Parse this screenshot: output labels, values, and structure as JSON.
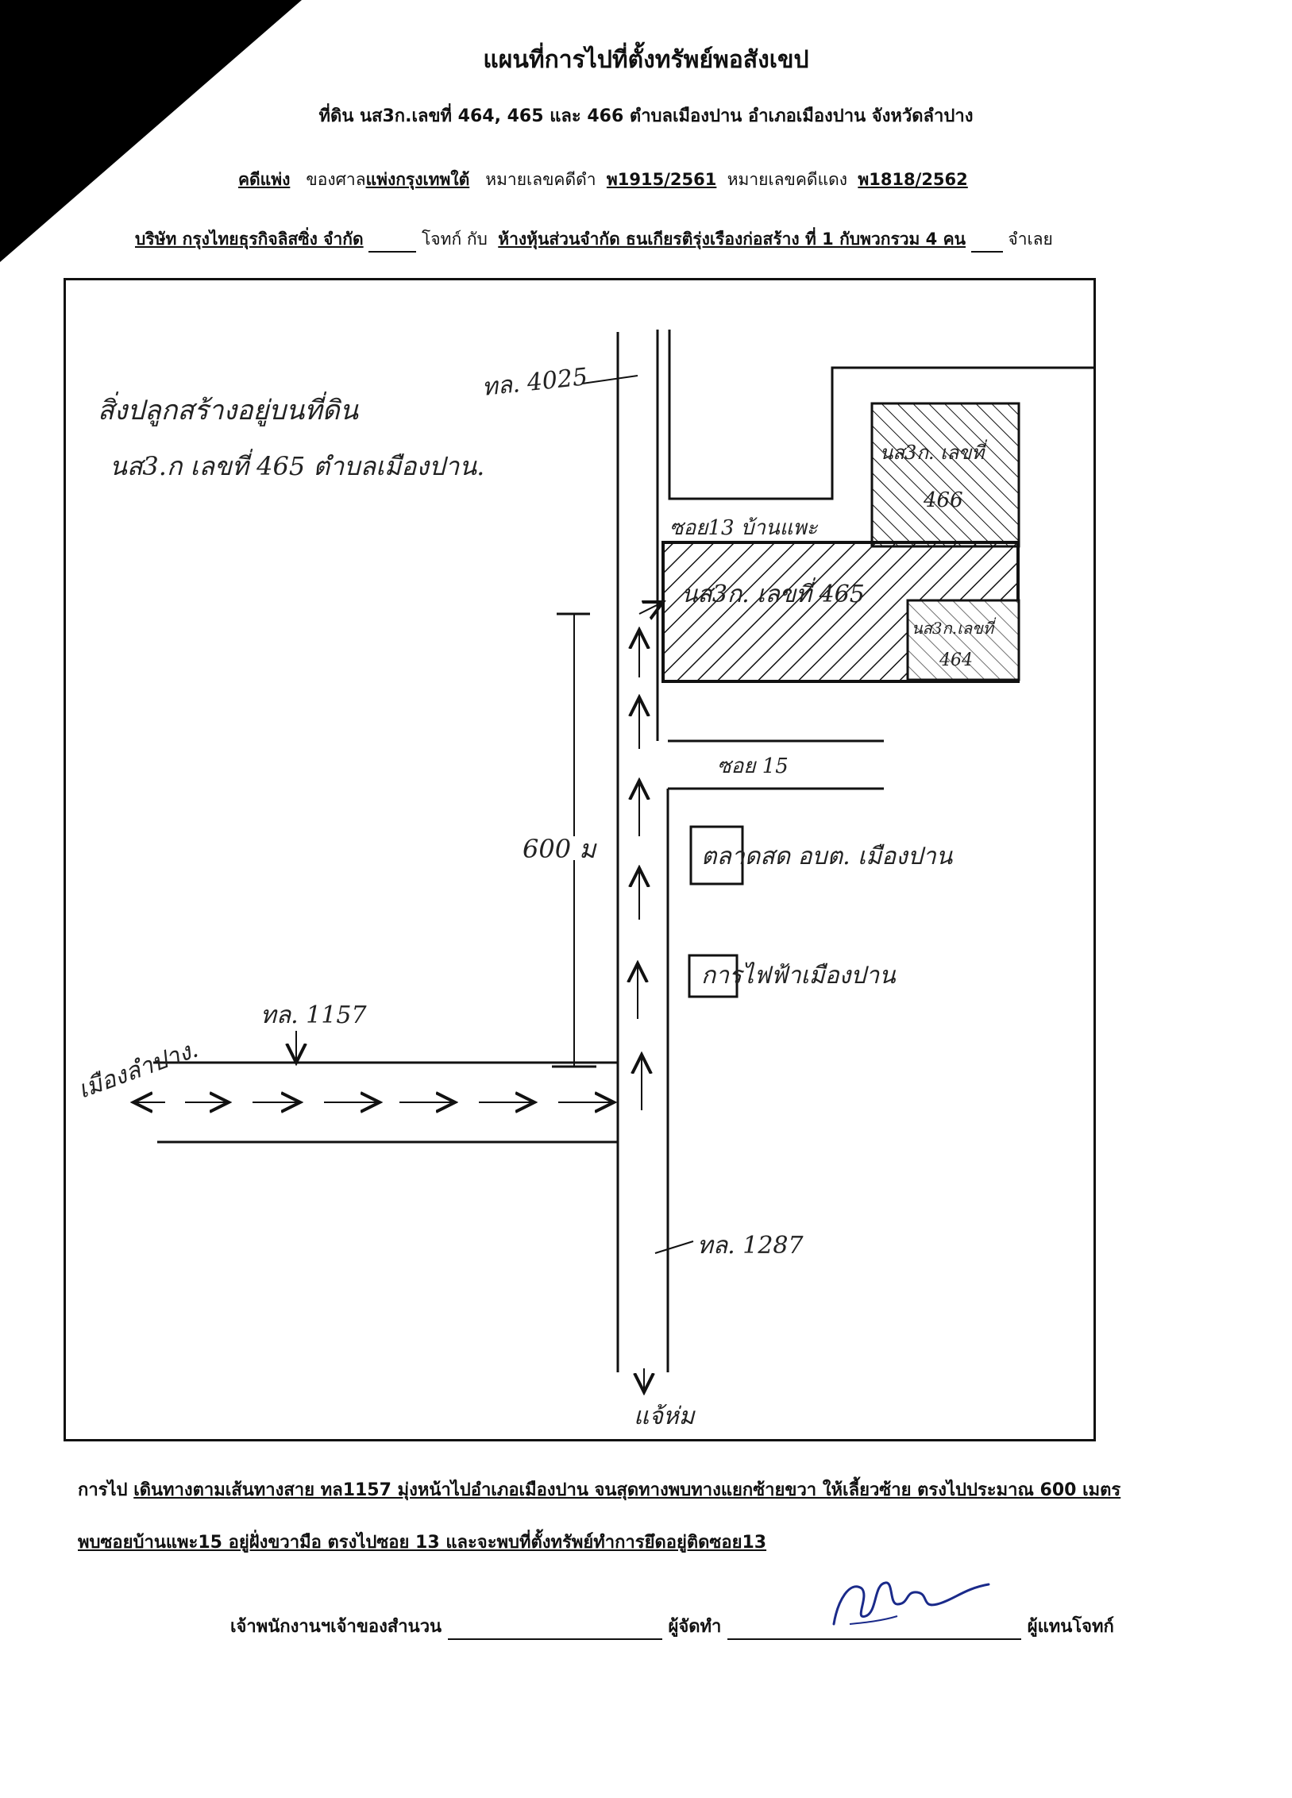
{
  "header": {
    "title": "แผนที่การไปที่ตั้งทรัพย์พอสังเขป",
    "subtitle": "ที่ดิน นส3ก.เลขที่ 464, 465 และ 466 ตำบลเมืองปาน อำเภอเมืองปาน จังหวัดลำปาง"
  },
  "case": {
    "label_type": "คดีแพ่ง",
    "court_prefix": "ของศาล",
    "court": "แพ่งกรุงเทพใต้",
    "black_label": "หมายเลขคดีดำ",
    "black_no": "พ1915/2561",
    "red_label": "หมายเลขคดีแดง",
    "red_no": "พ1818/2562"
  },
  "parties": {
    "plaintiff": "บริษัท กรุงไทยธุรกิจลิสซิ่ง จำกัด",
    "plaintiff_role": "โจทก์ กับ",
    "defendant": "ห้างหุ้นส่วนจำกัด ธนเกียรติรุ่งเรืองก่อสร้าง ที่ 1 กับพวกรวม 4 คน",
    "defendant_role": "จำเลย"
  },
  "map": {
    "note_line1": "สิ่งปลูกสร้างอยู่บนที่ดิน",
    "note_line2": "นส3.ก เลขที่ 465 ตำบลเมืองปาน.",
    "road_north": "ทล. 4025",
    "road_west": "ทล. 1157",
    "road_south": "ทล. 1287",
    "dest_west": "เมืองลำปาง.",
    "dest_south": "แจ้ห่ม",
    "soi_13": "ซอย13 บ้านแพะ",
    "soi_15": "ซอย 15",
    "plot_466_a": "นส3ก. เลขที่",
    "plot_466_b": "466",
    "plot_465": "นส3ก. เลขที่ 465",
    "plot_464_a": "นส3ก.เลขที่",
    "plot_464_b": "464",
    "distance": "600 ม",
    "market": "ตลาดสด อบต. เมืองปาน",
    "electric": "การไฟฟ้าเมืองปาน"
  },
  "directions": {
    "label": "การไป",
    "line1": "เดินทางตามเส้นทางสาย ทล1157 มุ่งหน้าไปอำเภอเมืองปาน จนสุดทางพบทางแยกซ้ายขวา ให้เลี้ยวซ้าย ตรงไปประมาณ 600 เมตร",
    "line2": "พบซอยบ้านแพะ15 อยู่ฝั่งขวามือ ตรงไปซอย 13 และจะพบที่ตั้งทรัพย์ทำการยึดอยู่ติดซอย13"
  },
  "signatures": {
    "officer": "เจ้าพนักงานฯเจ้าของสำนวน",
    "preparer": "ผู้จัดทำ",
    "representative": "ผู้แทนโจทก์"
  },
  "colors": {
    "ink": "#111111",
    "corner": "#000000"
  }
}
